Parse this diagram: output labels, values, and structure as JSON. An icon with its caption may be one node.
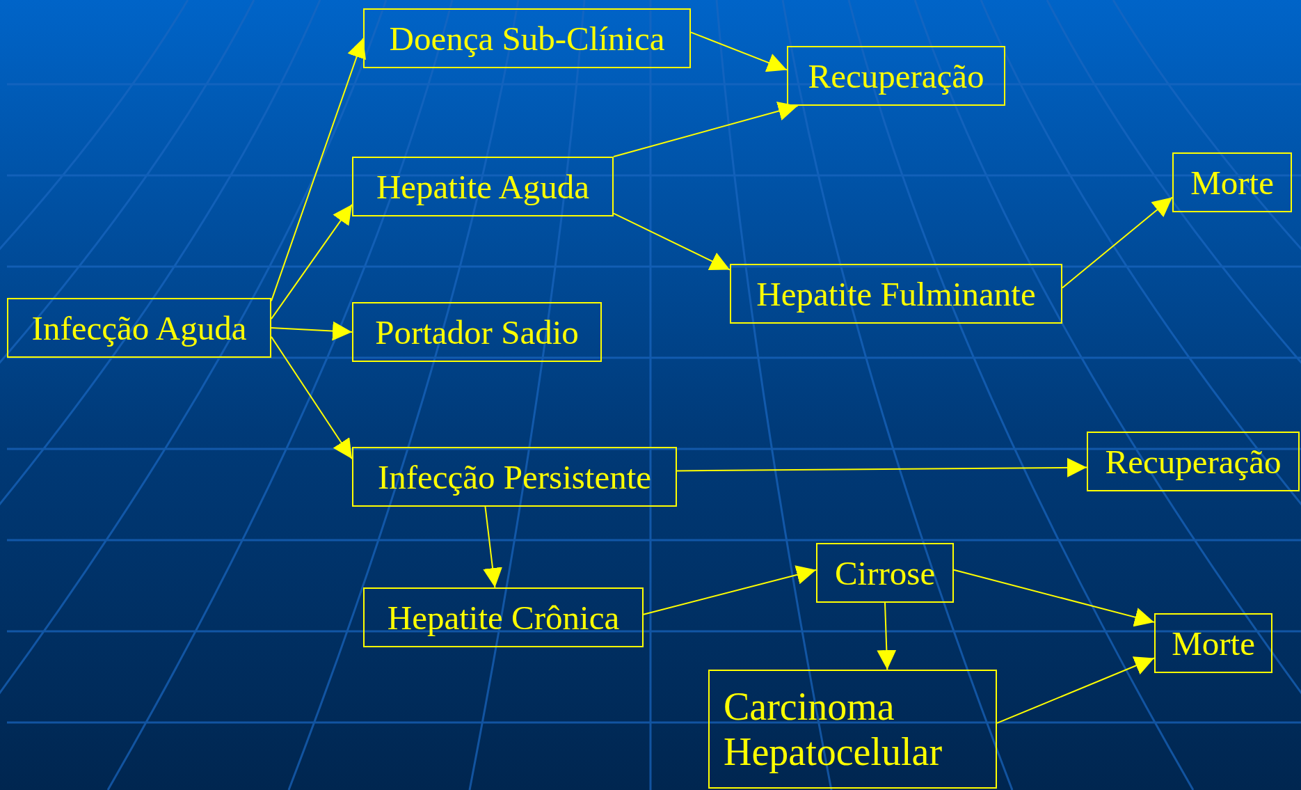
{
  "diagram": {
    "nodes": [
      {
        "text": [
          "Infecção Aguda"
        ]
      },
      {
        "text": [
          "Doença Sub-Clínica"
        ]
      },
      {
        "text": [
          "Recuperação"
        ]
      },
      {
        "text": [
          "Hepatite Aguda"
        ]
      },
      {
        "text": [
          "Morte"
        ]
      },
      {
        "text": [
          "Hepatite Fulminante"
        ]
      },
      {
        "text": [
          "Portador Sadio"
        ]
      },
      {
        "text": [
          "Infecção Persistente"
        ]
      },
      {
        "text": [
          "Recuperação"
        ]
      },
      {
        "text": [
          "Hepatite Crônica"
        ]
      },
      {
        "text": [
          "Cirrose"
        ]
      },
      {
        "text": [
          "Morte"
        ]
      },
      {
        "text": [
          "Carcinoma Hepatocelular"
        ]
      }
    ],
    "edges": [
      {
        "from": 0,
        "to": 1,
        "arrow": "to"
      },
      {
        "from": 0,
        "to": 3,
        "arrow": "to"
      },
      {
        "from": 0,
        "to": 6,
        "arrow": "to"
      },
      {
        "from": 0,
        "to": 7,
        "arrow": "to"
      },
      {
        "from": 1,
        "to": 2,
        "arrow": "to"
      },
      {
        "from": 3,
        "to": 2,
        "arrow": "to"
      },
      {
        "from": 3,
        "to": 5,
        "arrow": "to"
      },
      {
        "from": 5,
        "to": 4,
        "arrow": "to"
      },
      {
        "from": 7,
        "to": 8,
        "arrow": "to"
      },
      {
        "from": 7,
        "to": 9,
        "arrow": "to"
      },
      {
        "from": 9,
        "to": 10,
        "arrow": "to"
      },
      {
        "from": 10,
        "to": 11,
        "arrow": "to"
      },
      {
        "from": 10,
        "to": 12,
        "arrow": "to"
      },
      {
        "from": 12,
        "to": 11,
        "arrow": "to"
      }
    ]
  }
}
